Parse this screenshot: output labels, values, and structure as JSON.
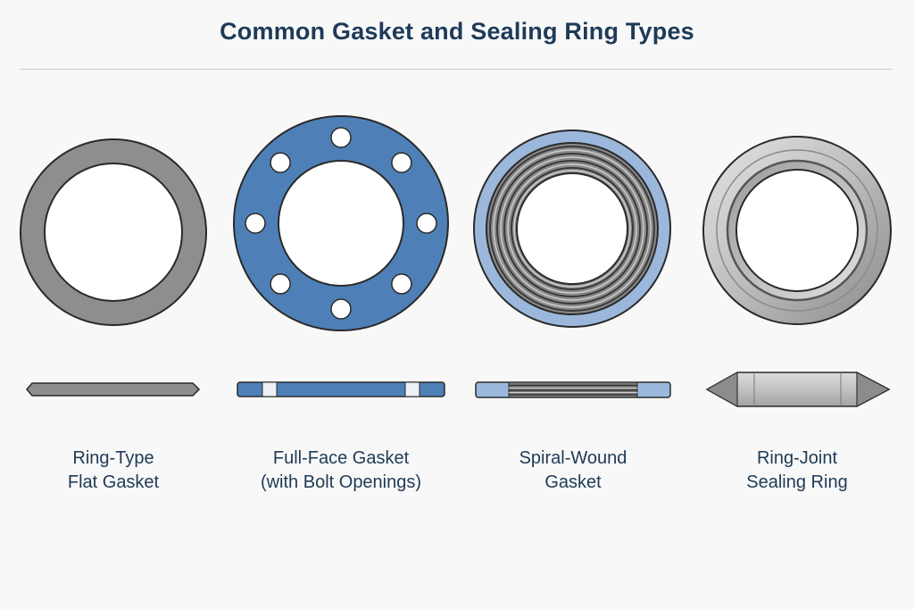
{
  "title": "Common Gasket and Sealing Ring Types",
  "colors": {
    "title_text": "#1e3a57",
    "flat_gasket_gray": "#8e8e8e",
    "full_face_blue": "#4e80b7",
    "spiral_guide_blue": "#9bb8dc",
    "spiral_winding_dark": "#4a4a4a",
    "ring_joint_steel": "#c4c4c4",
    "outline": "#2a2a2a"
  },
  "gaskets": [
    {
      "id": "ring-type-flat",
      "caption_line1": "Ring-Type",
      "caption_line2": "Flat Gasket"
    },
    {
      "id": "full-face",
      "caption_line1": "Full-Face Gasket",
      "caption_line2": "(with Bolt Openings)",
      "bolt_hole_count": 8
    },
    {
      "id": "spiral-wound",
      "caption_line1": "Spiral-Wound",
      "caption_line2": "Gasket"
    },
    {
      "id": "ring-joint",
      "caption_line1": "Ring-Joint",
      "caption_line2": "Sealing Ring"
    }
  ]
}
